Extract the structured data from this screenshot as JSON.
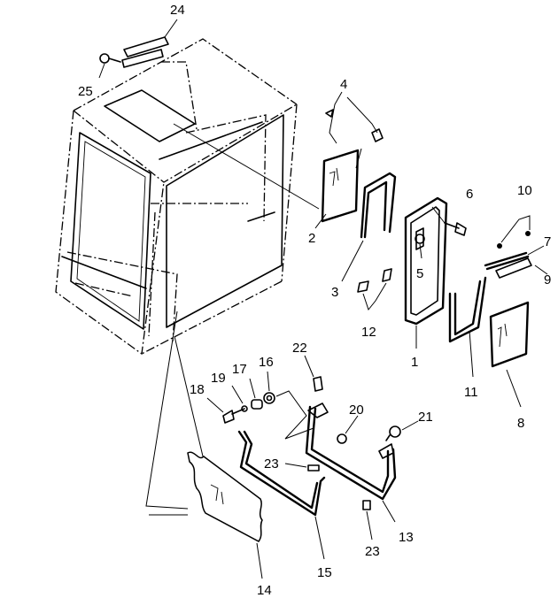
{
  "callouts": [
    {
      "id": "c1",
      "label": "1"
    },
    {
      "id": "c2",
      "label": "2"
    },
    {
      "id": "c3",
      "label": "3"
    },
    {
      "id": "c4",
      "label": "4"
    },
    {
      "id": "c5",
      "label": "5"
    },
    {
      "id": "c6",
      "label": "6"
    },
    {
      "id": "c7",
      "label": "7"
    },
    {
      "id": "c8",
      "label": "8"
    },
    {
      "id": "c9",
      "label": "9"
    },
    {
      "id": "c10",
      "label": "10"
    },
    {
      "id": "c11",
      "label": "11"
    },
    {
      "id": "c12",
      "label": "12"
    },
    {
      "id": "c13",
      "label": "13"
    },
    {
      "id": "c14",
      "label": "14"
    },
    {
      "id": "c15",
      "label": "15"
    },
    {
      "id": "c16",
      "label": "16"
    },
    {
      "id": "c17",
      "label": "17"
    },
    {
      "id": "c18",
      "label": "18"
    },
    {
      "id": "c19",
      "label": "19"
    },
    {
      "id": "c20",
      "label": "20"
    },
    {
      "id": "c21",
      "label": "21"
    },
    {
      "id": "c22",
      "label": "22"
    },
    {
      "id": "c23a",
      "label": "23"
    },
    {
      "id": "c23b",
      "label": "23"
    },
    {
      "id": "c24",
      "label": "24"
    },
    {
      "id": "c25",
      "label": "25"
    }
  ]
}
